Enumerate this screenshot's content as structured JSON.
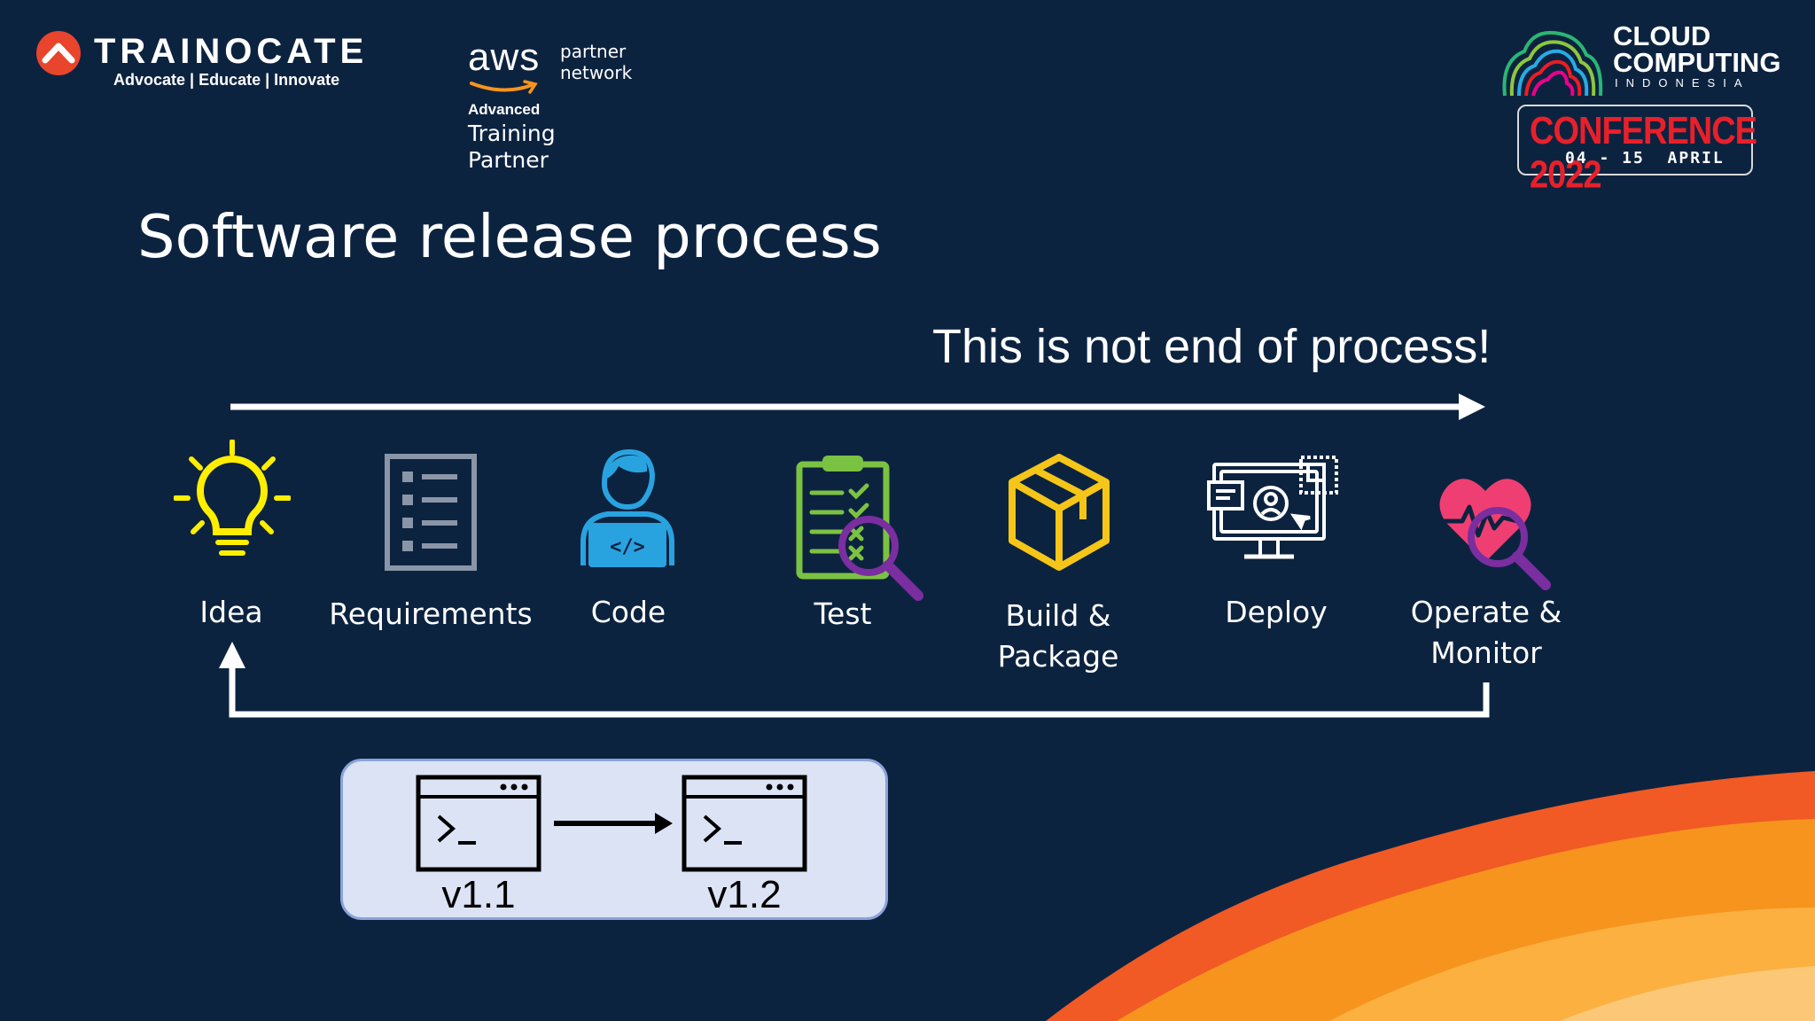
{
  "header": {
    "trainocate": {
      "name": "TRAINOCATE",
      "tagline": "Advocate | Educate | Innovate"
    },
    "aws": {
      "wordmark": "aws",
      "partner_line1": "partner",
      "partner_line2": "network",
      "tier": "Advanced",
      "role_line1": "Training",
      "role_line2": "Partner"
    },
    "conference": {
      "line1": "CLOUD",
      "line2": "COMPUTING",
      "country": "INDONESIA",
      "event": "CONFERENCE 2022",
      "dates": "04 - 15  APRIL"
    }
  },
  "slide": {
    "title": "Software release process",
    "note": "This is not end of process!"
  },
  "steps": [
    {
      "label": "Idea",
      "icon": "lightbulb-icon",
      "color": "#ffee00"
    },
    {
      "label": "Requirements",
      "icon": "checklist-icon",
      "color": "#8a96a8"
    },
    {
      "label": "Code",
      "icon": "developer-icon",
      "color": "#29a3e0"
    },
    {
      "label": "Test",
      "icon": "test-clipboard-icon",
      "color": "#7cc242"
    },
    {
      "label": "Build &\nPackage",
      "icon": "package-box-icon",
      "color": "#f5c518"
    },
    {
      "label": "Deploy",
      "icon": "deploy-monitor-icon",
      "color": "#ffffff"
    },
    {
      "label": "Operate &\nMonitor",
      "icon": "heart-monitor-icon",
      "color": "#ef3f72"
    }
  ],
  "versions": {
    "from": "v1.1",
    "to": "v1.2"
  },
  "colors": {
    "background": "#0c2340",
    "accent_orange": "#f7941d",
    "magnifier": "#7a2ea0"
  }
}
